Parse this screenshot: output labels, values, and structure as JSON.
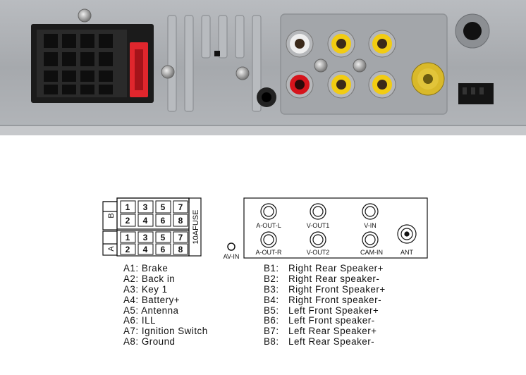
{
  "iso_connector": {
    "pin_row_labels": [
      "1",
      "3",
      "5",
      "7",
      "2",
      "4",
      "6",
      "8"
    ],
    "block_b_label": "B",
    "block_a_label": "A",
    "fuse_label": "10AFUSE"
  },
  "rca_panel": {
    "top_row": [
      "A-OUT-L",
      "V-OUT1",
      "V-IN"
    ],
    "bottom_row": [
      "A-OUT-R",
      "V-OUT2",
      "CAM-IN",
      "ANT"
    ]
  },
  "av_in_label": "AV-IN",
  "wiring_a": [
    {
      "id": "A1:",
      "name": "Brake"
    },
    {
      "id": "A2:",
      "name": "Back in"
    },
    {
      "id": "A3:",
      "name": "Key 1"
    },
    {
      "id": "A4:",
      "name": "Battery+"
    },
    {
      "id": "A5:",
      "name": "Antenna"
    },
    {
      "id": "A6:",
      "name": "ILL"
    },
    {
      "id": "A7:",
      "name": "Ignition Switch"
    },
    {
      "id": "A8:",
      "name": "Ground"
    }
  ],
  "wiring_b": [
    {
      "id": "B1:",
      "name": "Right Rear Speaker+"
    },
    {
      "id": "B2:",
      "name": "Right Rear speaker-"
    },
    {
      "id": "B3:",
      "name": "Right Front Speaker+"
    },
    {
      "id": "B4:",
      "name": "Right Front speaker-"
    },
    {
      "id": "B5:",
      "name": "Left Front Speaker+"
    },
    {
      "id": "B6:",
      "name": "Left Front speaker-"
    },
    {
      "id": "B7:",
      "name": "Left Rear Speaker+"
    },
    {
      "id": "B8:",
      "name": "Left Rear Speaker-"
    }
  ],
  "colors": {
    "chassis": "#a9acb0",
    "rca_white": "#eeeeee",
    "rca_red": "#d6141c",
    "rca_yellow": "#f2cc12",
    "fuse_red": "#e0262d"
  }
}
